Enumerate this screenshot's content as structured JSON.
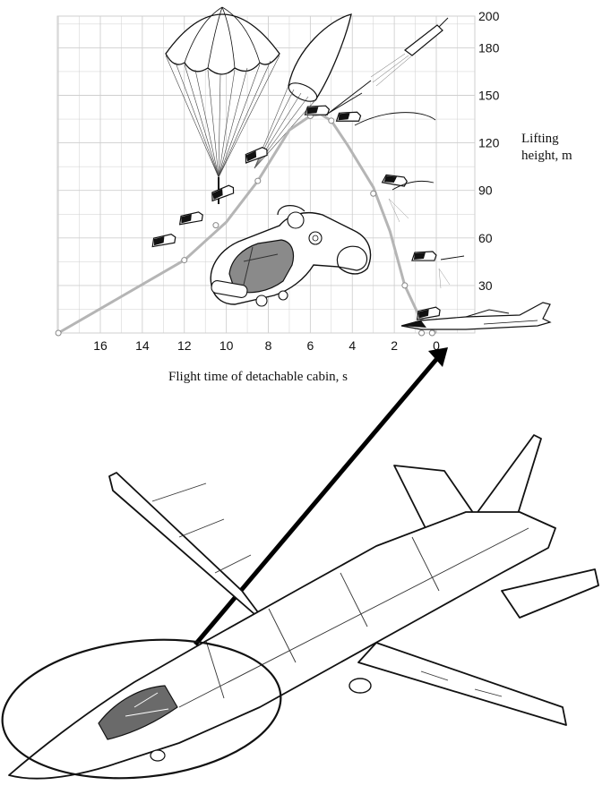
{
  "chart_data": {
    "type": "line",
    "xlabel": "Flight time of detachable cabin, s",
    "ylabel": "Lifting height, m",
    "x_ticks": [
      16,
      14,
      12,
      10,
      8,
      6,
      4,
      2,
      0
    ],
    "y_ticks": [
      30,
      60,
      90,
      120,
      150,
      180,
      200
    ],
    "xlim": [
      18,
      -2
    ],
    "ylim": [
      0,
      200
    ],
    "grid": true,
    "x_reversed": true,
    "series": [
      {
        "x": [
          18,
          12,
          11,
          10,
          8.5,
          7,
          6,
          5.5,
          5,
          4.2,
          3,
          2.2,
          1.5,
          0.8,
          0.4,
          0
        ],
        "y": [
          0,
          46,
          58,
          70,
          96,
          128,
          137,
          138,
          134,
          118,
          92,
          64,
          30,
          10,
          4,
          0
        ]
      }
    ],
    "markers": [
      {
        "x": 18,
        "y": 0
      },
      {
        "x": 12,
        "y": 46
      },
      {
        "x": 10.5,
        "y": 68
      },
      {
        "x": 8.5,
        "y": 96
      },
      {
        "x": 6,
        "y": 137
      },
      {
        "x": 5,
        "y": 134
      },
      {
        "x": 3,
        "y": 88
      },
      {
        "x": 1.5,
        "y": 30
      },
      {
        "x": 0.7,
        "y": 0
      },
      {
        "x": 0.2,
        "y": 0
      }
    ]
  },
  "colors": {
    "grid": "#cfcfcf",
    "curve": "#b5b5b5",
    "ink": "#111111",
    "arrow": "#000000",
    "cockpit": "#8a8a8a"
  },
  "icons": [
    "parachute-icon",
    "drogue-chute-icon",
    "detachable-cabin-icon",
    "aircraft-side-icon",
    "aircraft-planform-icon",
    "arrow-icon"
  ]
}
